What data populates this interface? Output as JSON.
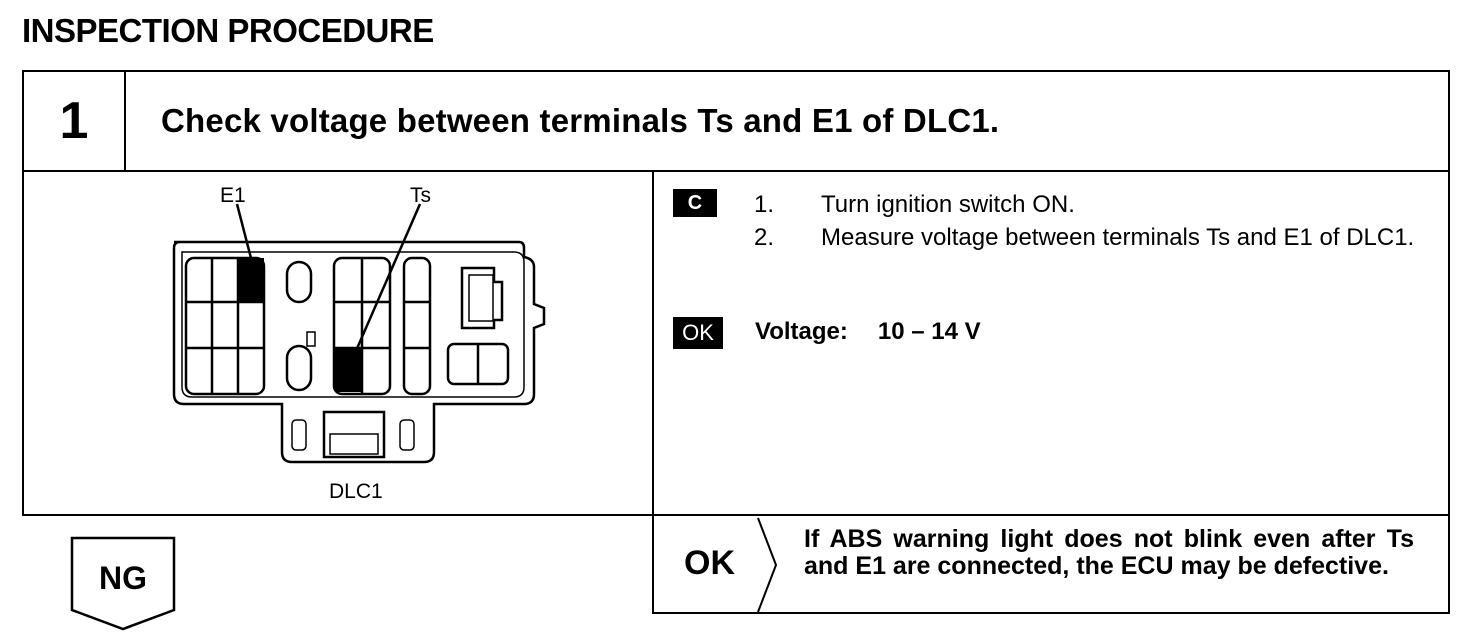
{
  "page": {
    "title": "INSPECTION PROCEDURE"
  },
  "step": {
    "number": "1",
    "heading": "Check voltage between terminals Ts and E1 of DLC1."
  },
  "diagram": {
    "label_e1": "E1",
    "label_ts": "Ts",
    "connector_name": "DLC1"
  },
  "instructions": {
    "badge": "C",
    "items": [
      {
        "num": "1.",
        "text": "Turn ignition switch ON."
      },
      {
        "num": "2.",
        "text": "Measure voltage between terminals Ts and E1 of DLC1."
      }
    ]
  },
  "spec": {
    "badge": "OK",
    "label": "Voltage:",
    "value": "10 – 14 V"
  },
  "results": {
    "ok_label": "OK",
    "ok_text": "If ABS warning light does not blink even after Ts and E1 are connected, the ECU may be defective.",
    "ng_label": "NG"
  }
}
